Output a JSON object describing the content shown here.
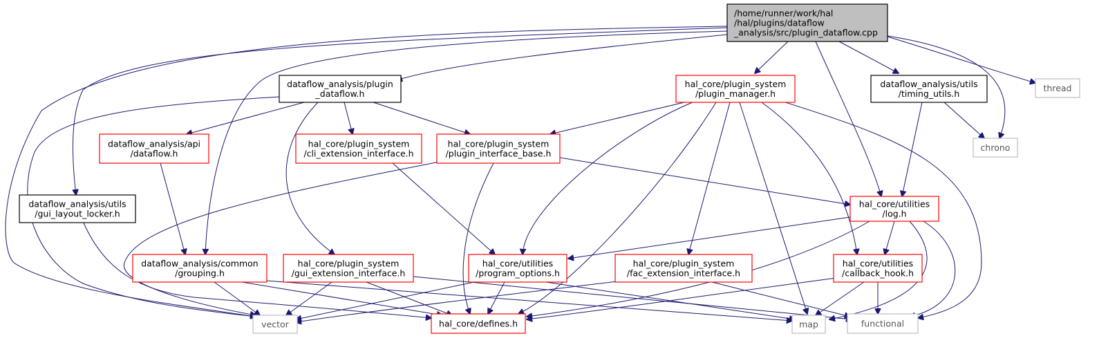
{
  "colors": {
    "edge": "#191970",
    "root_fill": "#bfbfbf",
    "border_black": "#000000",
    "border_red": "#ff0000",
    "border_grey": "#bfbfbf",
    "text": "#000000"
  },
  "nodes": {
    "root": {
      "lines": [
        "/home/runner/work/hal",
        "/hal/plugins/dataflow",
        "_analysis/src/plugin_dataflow.cpp"
      ],
      "style": "root"
    },
    "plugin_df": {
      "lines": [
        "dataflow_analysis/plugin",
        "_dataflow.h"
      ],
      "style": "black"
    },
    "pmgr": {
      "lines": [
        "hal_core/plugin_system",
        "/plugin_manager.h"
      ],
      "style": "red"
    },
    "timing": {
      "lines": [
        "dataflow_analysis/utils",
        "/timing_utils.h"
      ],
      "style": "black"
    },
    "thread": {
      "lines": [
        "thread"
      ],
      "style": "grey"
    },
    "chrono": {
      "lines": [
        "chrono"
      ],
      "style": "grey"
    },
    "api_df": {
      "lines": [
        "dataflow_analysis/api",
        "/dataflow.h"
      ],
      "style": "red"
    },
    "cli_ext": {
      "lines": [
        "hal_core/plugin_system",
        "/cli_extension_interface.h"
      ],
      "style": "red"
    },
    "pib": {
      "lines": [
        "hal_core/plugin_system",
        "/plugin_interface_base.h"
      ],
      "style": "red"
    },
    "gui_locker": {
      "lines": [
        "dataflow_analysis/utils",
        "/gui_layout_locker.h"
      ],
      "style": "black"
    },
    "log": {
      "lines": [
        "hal_core/utilities",
        "/log.h"
      ],
      "style": "red"
    },
    "grouping": {
      "lines": [
        "dataflow_analysis/common",
        "/grouping.h"
      ],
      "style": "red"
    },
    "gui_ext": {
      "lines": [
        "hal_core/plugin_system",
        "/gui_extension_interface.h"
      ],
      "style": "red"
    },
    "progopt": {
      "lines": [
        "hal_core/utilities",
        "/program_options.h"
      ],
      "style": "red"
    },
    "fac_ext": {
      "lines": [
        "hal_core/plugin_system",
        "/fac_extension_interface.h"
      ],
      "style": "red"
    },
    "cbhook": {
      "lines": [
        "hal_core/utilities",
        "/callback_hook.h"
      ],
      "style": "red"
    },
    "vector": {
      "lines": [
        "vector"
      ],
      "style": "grey"
    },
    "defines": {
      "lines": [
        "hal_core/defines.h"
      ],
      "style": "red"
    },
    "map": {
      "lines": [
        "map"
      ],
      "style": "grey"
    },
    "functional": {
      "lines": [
        "functional"
      ],
      "style": "grey"
    }
  }
}
